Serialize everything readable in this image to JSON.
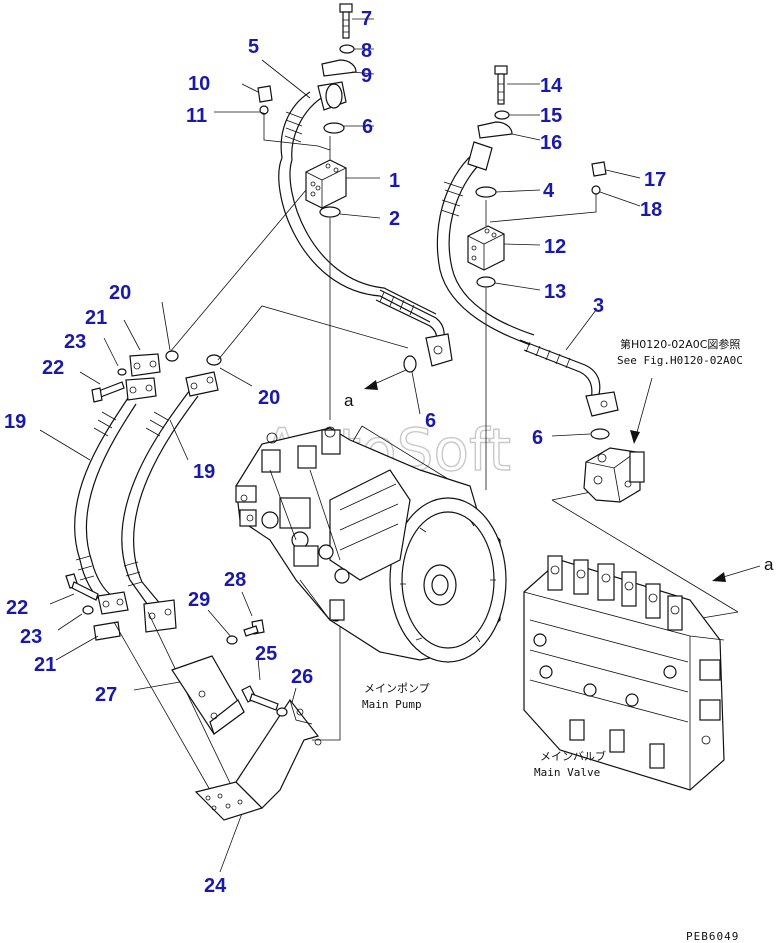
{
  "diagram": {
    "callouts": [
      "1",
      "2",
      "3",
      "4",
      "5",
      "6",
      "7",
      "8",
      "9",
      "10",
      "11",
      "12",
      "13",
      "14",
      "15",
      "16",
      "17",
      "18",
      "19",
      "20",
      "21",
      "22",
      "23",
      "24",
      "25",
      "26",
      "27",
      "28",
      "29"
    ],
    "callout_color": "#1a1aa8",
    "watermark": "AutoSoft",
    "marker": "a",
    "reference_jp": "第H0120-02A0C図参照",
    "reference_en": "See Fig.H0120-02A0C",
    "main_pump_jp": "メインポンプ",
    "main_pump_en": "Main Pump",
    "main_valve_jp": "メインバルブ",
    "main_valve_en": "Main Valve",
    "drawing_code": "PEB6049"
  }
}
